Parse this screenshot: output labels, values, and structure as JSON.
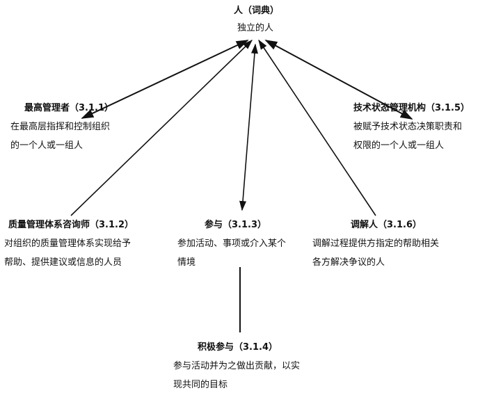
{
  "root": {
    "title": "人（词典）",
    "subtitle": "独立的人"
  },
  "nodes": [
    {
      "id": "top-management",
      "heading": "最高管理者（3.1.1）",
      "lines": [
        "在最高层指挥和控制组织",
        "的一个人或一组人"
      ]
    },
    {
      "id": "configuration-authority",
      "heading": "技术状态管理机构（3.1.5）",
      "lines": [
        "被赋予技术状态决策职责和",
        "权限的一个人或一组人"
      ]
    },
    {
      "id": "qms-consultant",
      "heading": "质量管理体系咨询师（3.1.2）",
      "lines": [
        "对组织的质量管理体系实现给予",
        "帮助、提供建议或信息的人员"
      ]
    },
    {
      "id": "involvement",
      "heading": "参与（3.1.3）",
      "lines": [
        "参加活动、事项或介入某个",
        "情境"
      ]
    },
    {
      "id": "dispute-resolver",
      "heading": "调解人（3.1.6）",
      "lines": [
        "调解过程提供方指定的帮助相关",
        "各方解决争议的人"
      ]
    },
    {
      "id": "engagement",
      "heading": "积极参与（3.1.4）",
      "lines": [
        "参与活动并为之做出贡献，以实",
        "现共同的目标"
      ]
    }
  ]
}
